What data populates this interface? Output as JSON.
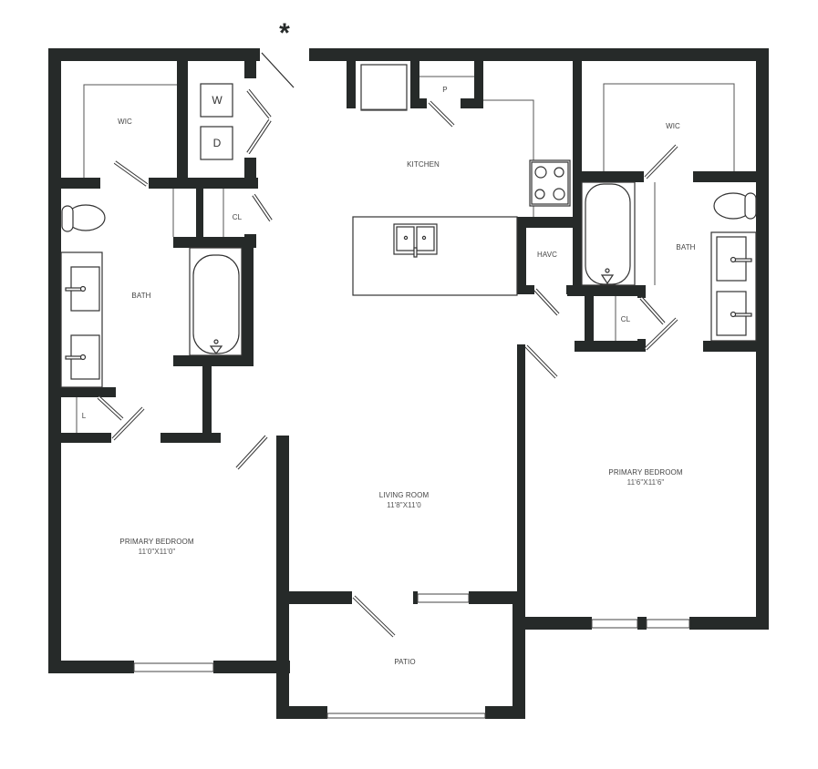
{
  "plan": {
    "entry_marker": "*",
    "wall_color": "#262a29",
    "background": "#ffffff",
    "rooms": {
      "wic_left": {
        "label": "WIC"
      },
      "wic_right": {
        "label": "WIC"
      },
      "kitchen": {
        "label": "KITCHEN"
      },
      "pantry": {
        "label": "P"
      },
      "washer": {
        "label": "W"
      },
      "dryer": {
        "label": "D"
      },
      "closet_left": {
        "label": "CL"
      },
      "closet_right": {
        "label": "CL"
      },
      "bath_left": {
        "label": "BATH"
      },
      "bath_right": {
        "label": "BATH"
      },
      "havc": {
        "label": "HAVC"
      },
      "linen": {
        "label": "L"
      },
      "living_room": {
        "label": "LIVING ROOM",
        "dimensions": "11'8\"X11'0"
      },
      "bedroom_left": {
        "label": "PRIMARY BEDROOM",
        "dimensions": "11'0\"X11'0\""
      },
      "bedroom_right": {
        "label": "PRIMARY BEDROOM",
        "dimensions": "11'6\"X11'6\""
      },
      "patio": {
        "label": "PATIO"
      }
    }
  }
}
